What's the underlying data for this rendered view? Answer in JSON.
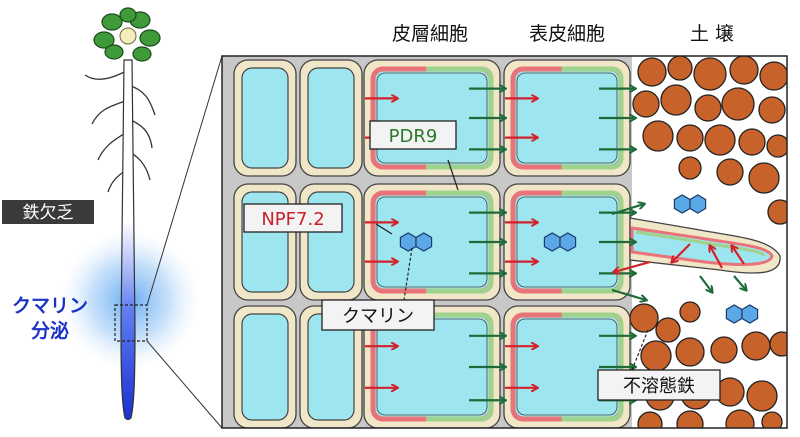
{
  "headers": {
    "cortex": "皮層細胞",
    "epidermis": "表皮細胞",
    "soil": "土 壌"
  },
  "labels": {
    "iron_deficiency": "鉄欠乏",
    "coumarin_secretion_line1": "クマリン",
    "coumarin_secretion_line2": "分泌",
    "pdr9": "PDR9",
    "npf72": "NPF7.2",
    "coumarin": "クマリン",
    "insoluble_iron": "不溶態鉄"
  },
  "colors": {
    "cell_fill": "#9ee6ef",
    "cell_wall": "#f2e6c8",
    "npf_membrane": "#e8747a",
    "pdr_membrane": "#9fd28c",
    "npf_arrow": "#d4202a",
    "pdr_arrow": "#1e6b3a",
    "soil_particle": "#c8622b",
    "coumarin_molecule": "#5aa9e6",
    "secretion_glow": "#4a9cf0",
    "secretion_text": "#1a33c4",
    "pdr9_text": "#2a7a2a",
    "npf72_text": "#c8202a",
    "root_leaves": "#3f9a3a"
  }
}
